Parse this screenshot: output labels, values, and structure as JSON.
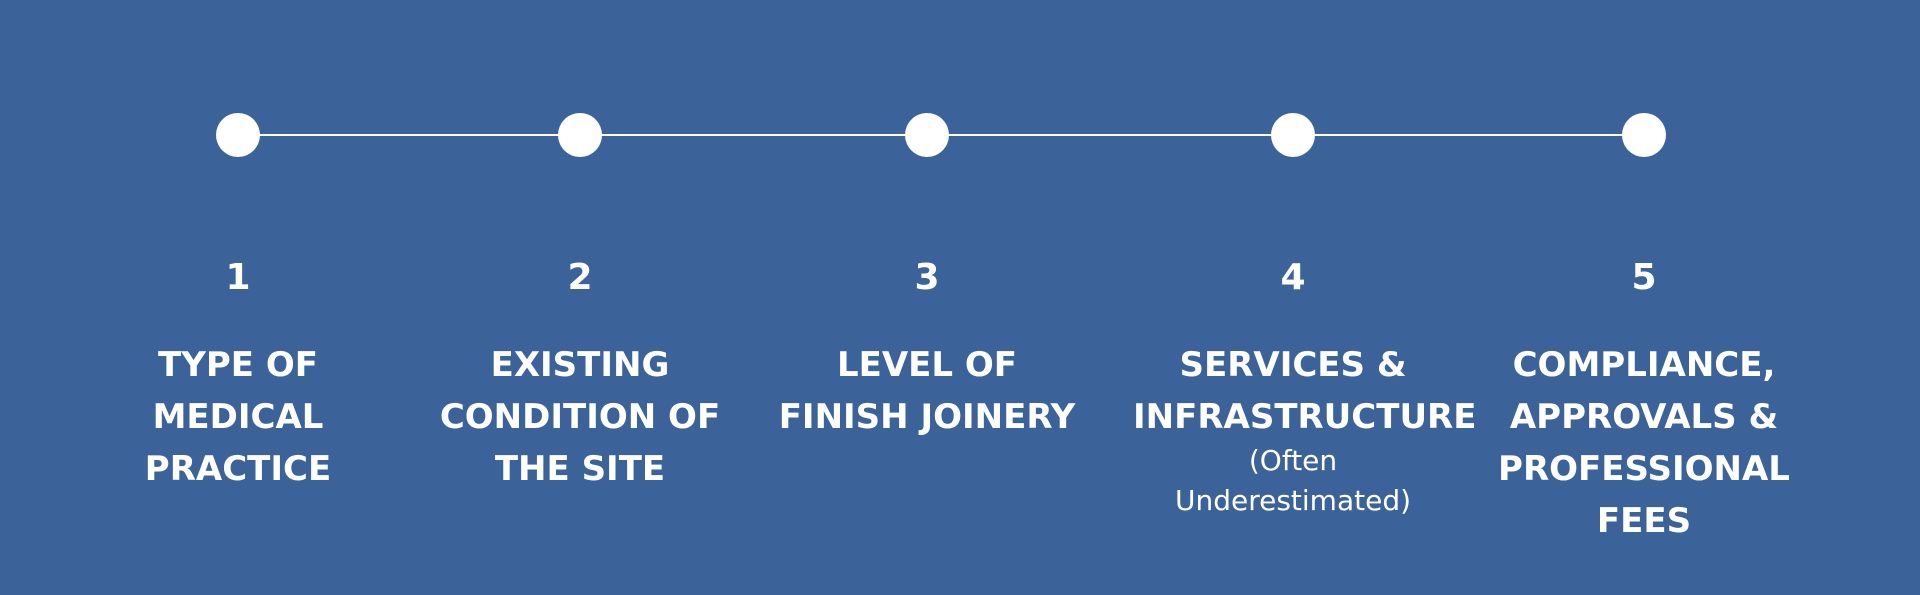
{
  "colors": {
    "background": "#3b6299",
    "foreground": "#ffffff"
  },
  "steps": [
    {
      "number": "1",
      "title": "TYPE OF\nMEDICAL\nPRACTICE",
      "note": ""
    },
    {
      "number": "2",
      "title": "EXISTING\nCONDITION OF\nTHE SITE",
      "note": ""
    },
    {
      "number": "3",
      "title": "LEVEL OF\nFINISH JOINERY",
      "note": ""
    },
    {
      "number": "4",
      "title": "SERVICES &\nINFRASTRUCTURE",
      "note": "(Often\nUnderestimated)"
    },
    {
      "number": "5",
      "title": "COMPLIANCE,\nAPPROVALS &\nPROFESSIONAL\nFEES",
      "note": ""
    }
  ]
}
